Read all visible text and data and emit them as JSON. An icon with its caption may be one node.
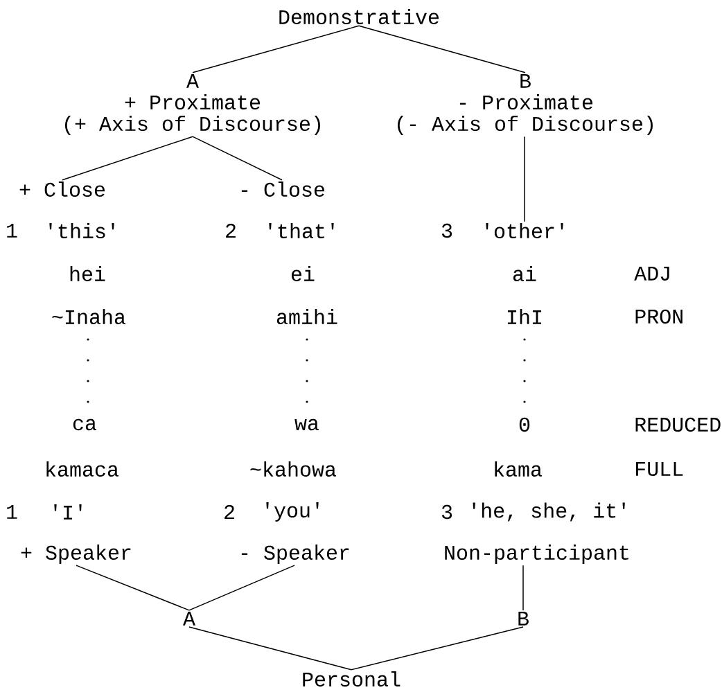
{
  "diagram": {
    "nodes": [
      {
        "text": [
          "Demonstrative"
        ]
      },
      {
        "text": [
          "A",
          "+ Proximate",
          "(+ Axis of Discourse)"
        ]
      },
      {
        "text": [
          "B",
          "- Proximate",
          "(- Axis of Discourse)"
        ]
      },
      {
        "text": [
          "+ Close"
        ]
      },
      {
        "text": [
          "- Close"
        ]
      },
      {
        "text": [
          "'other'"
        ]
      },
      {
        "text": [
          "+ Speaker"
        ]
      },
      {
        "text": [
          "- Speaker"
        ]
      },
      {
        "text": [
          "Non-participant"
        ]
      },
      {
        "text": [
          "A"
        ]
      },
      {
        "text": [
          "B"
        ]
      },
      {
        "text": [
          "Personal"
        ]
      }
    ],
    "edges": [
      {
        "from": 0,
        "to": 1,
        "arrow": "none"
      },
      {
        "from": 0,
        "to": 2,
        "arrow": "none"
      },
      {
        "from": 1,
        "to": 3,
        "arrow": "none"
      },
      {
        "from": 1,
        "to": 4,
        "arrow": "none"
      },
      {
        "from": 2,
        "to": 5,
        "arrow": "none"
      },
      {
        "from": 6,
        "to": 9,
        "arrow": "none"
      },
      {
        "from": 7,
        "to": 9,
        "arrow": "none"
      },
      {
        "from": 8,
        "to": 10,
        "arrow": "none"
      },
      {
        "from": 9,
        "to": 11,
        "arrow": "none"
      },
      {
        "from": 10,
        "to": 11,
        "arrow": "none"
      }
    ],
    "labels": [
      "1",
      "'this'",
      "2",
      "'that'",
      "3",
      "hei",
      "ei",
      "ai",
      "ADJ",
      "~Inaha",
      "amihi",
      "IhI",
      "PRON",
      "ca",
      "wa",
      "0",
      "REDUCED",
      "kamaca",
      "~kahowa",
      "kama",
      "FULL",
      "1",
      "'I'",
      "2",
      "'you'",
      "3",
      "'he, she, it'"
    ]
  }
}
